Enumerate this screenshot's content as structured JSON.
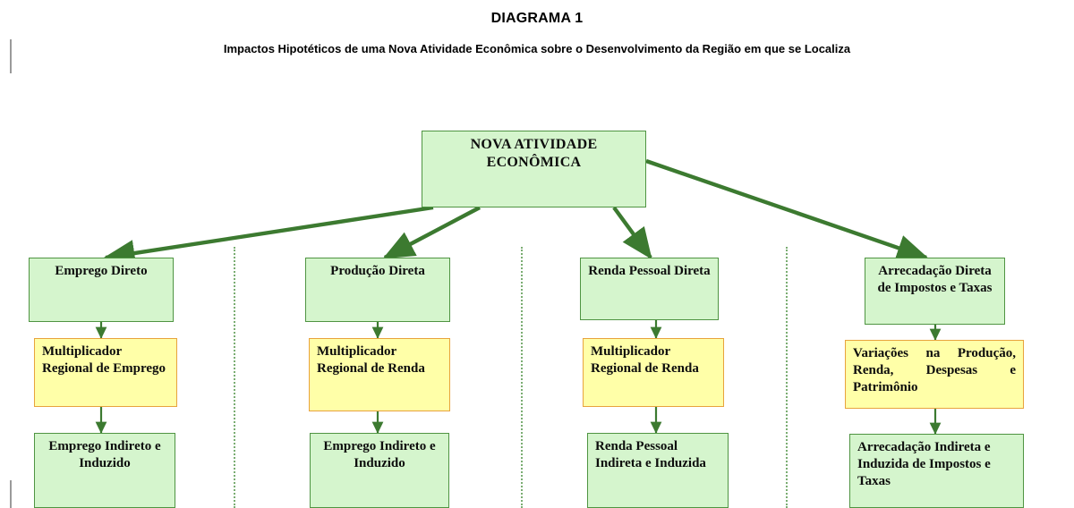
{
  "header": {
    "title": "DIAGRAMA 1",
    "subtitle": "Impactos Hipotéticos de uma Nova Atividade Econômica sobre o Desenvolvimento da Região em que se Localiza"
  },
  "colors": {
    "green_fill": "#d5f5cd",
    "green_border": "#4f9442",
    "yellow_fill": "#ffffa8",
    "yellow_border": "#e8a33d",
    "connector": "#3c7a30",
    "separator": "#7aad72",
    "change_bar": "#9a9a9a",
    "text": "#0d0d0d"
  },
  "diagram": {
    "root": {
      "id": "nova-atividade-economica",
      "label": "NOVA ATIVIDADE ECONÔMICA",
      "style": "green",
      "align": "center"
    },
    "columns": [
      {
        "id": "column-emprego",
        "nodes": [
          {
            "id": "emprego-direto",
            "label": "Emprego Direto",
            "style": "green",
            "align": "center"
          },
          {
            "id": "multiplicador-regional-emprego",
            "label": "Multiplicador Regional de Emprego",
            "style": "yellow",
            "align": "left"
          },
          {
            "id": "emprego-indireto-induzido",
            "label": "Emprego Indireto e Induzido",
            "style": "green",
            "align": "center"
          }
        ]
      },
      {
        "id": "column-producao",
        "nodes": [
          {
            "id": "producao-direta",
            "label": "Produção Direta",
            "style": "green",
            "align": "center"
          },
          {
            "id": "multiplicador-regional-renda-1",
            "label": "Multiplicador Regional de Renda",
            "style": "yellow",
            "align": "left"
          },
          {
            "id": "emprego-indireto-induzido-2",
            "label": "Emprego Indireto e Induzido",
            "style": "green",
            "align": "center"
          }
        ]
      },
      {
        "id": "column-renda",
        "nodes": [
          {
            "id": "renda-pessoal-direta",
            "label": "Renda Pessoal Direta",
            "style": "green",
            "align": "center"
          },
          {
            "id": "multiplicador-regional-renda-2",
            "label": "Multiplicador Regional de Renda",
            "style": "yellow",
            "align": "left"
          },
          {
            "id": "renda-pessoal-indireta-induzida",
            "label": "Renda Pessoal Indireta e Induzida",
            "style": "green",
            "align": "left"
          }
        ]
      },
      {
        "id": "column-arrecadacao",
        "nodes": [
          {
            "id": "arrecadacao-direta",
            "label": "Arrecadação Direta de Impostos e Taxas",
            "style": "green",
            "align": "center"
          },
          {
            "id": "variacoes-producao-renda",
            "label": "Variações na Produção, Renda, Despesas e Patrimônio",
            "style": "yellow",
            "align": "justify"
          },
          {
            "id": "arrecadacao-indireta-induzida",
            "label": "Arrecadação Indireta e Induzida de Impostos e Taxas",
            "style": "green",
            "align": "left"
          }
        ]
      }
    ]
  }
}
